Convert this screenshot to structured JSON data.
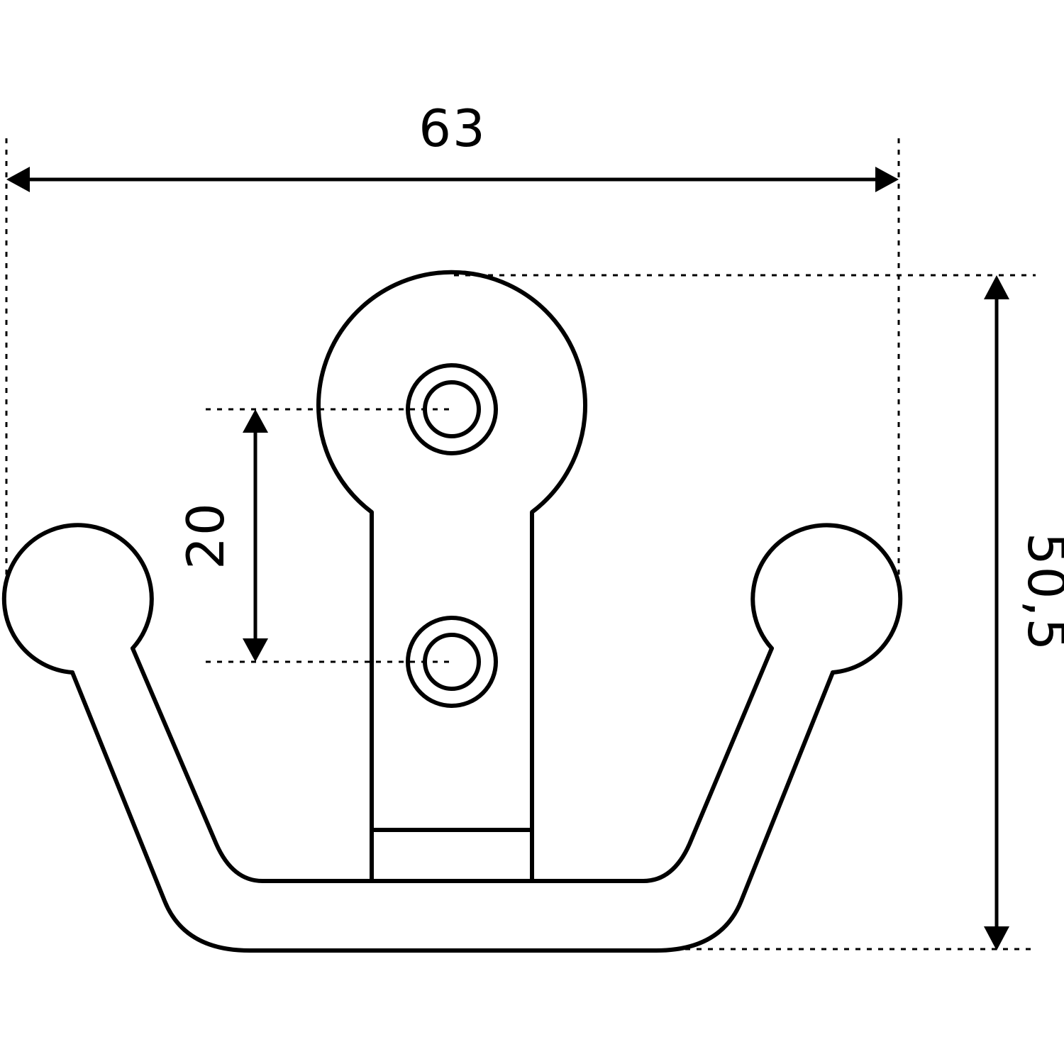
{
  "diagram": {
    "dimensions": {
      "overall_width": "63",
      "overall_height": "50,5",
      "hole_spacing": "20"
    },
    "colors": {
      "line": "#000000",
      "background": "#ffffff"
    }
  }
}
